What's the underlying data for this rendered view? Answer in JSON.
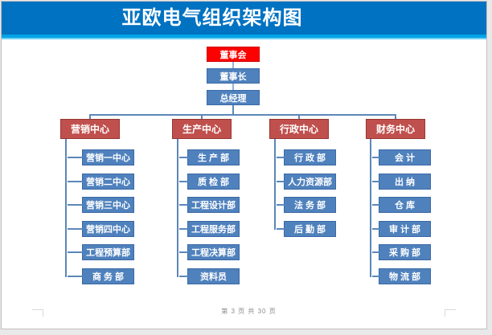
{
  "header": {
    "title": "亚欧电气组织架构图"
  },
  "org": {
    "top_nodes": [
      "董事会",
      "董事长",
      "总经理"
    ],
    "branches": [
      {
        "label": "营销中心",
        "children": [
          "营销一中心",
          "营销二中心",
          "营销三中心",
          "营销四中心",
          "工程预算部",
          "商 务 部"
        ]
      },
      {
        "label": "生产中心",
        "children": [
          "生 产 部",
          "质 检 部",
          "工程设计部",
          "工程服务部",
          "工程决算部",
          "资料员"
        ]
      },
      {
        "label": "行政中心",
        "children": [
          "行 政 部",
          "人力资源部",
          "法 务 部",
          "后 勤 部"
        ]
      },
      {
        "label": "财务中心",
        "children": [
          "会 计",
          "出 纳",
          "仓 库",
          "审 计 部",
          "采 购 部",
          "物 流 部"
        ]
      }
    ]
  },
  "footer": {
    "page_indicator": "第 3 页 共 30 页"
  },
  "colors": {
    "banner-blue": "#0072C2",
    "banner-strip": "#00A3E6",
    "root-red": "#FE0000",
    "box-blue": "#4F81BD",
    "branch-red": "#C0504D",
    "connector": "#5C87B7"
  }
}
